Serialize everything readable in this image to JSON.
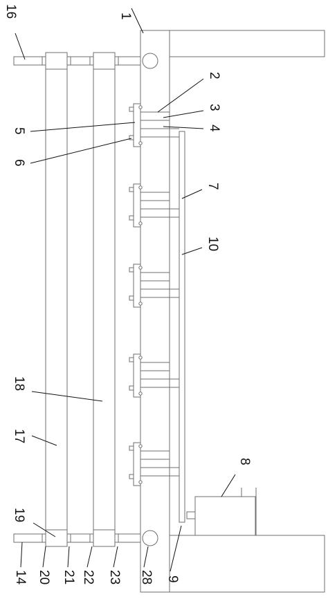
{
  "labels": {
    "l1": "1",
    "l2": "2",
    "l3": "3",
    "l4": "4",
    "l5": "5",
    "l6": "6",
    "l7": "7",
    "l8": "8",
    "l9": "9",
    "l10": "10",
    "l14": "14",
    "l16": "16",
    "l17": "17",
    "l18": "18",
    "l19": "19",
    "l20": "20",
    "l21": "21",
    "l22": "22",
    "l23": "23",
    "l28": "28"
  },
  "colors": {
    "line": "#6e6e6e",
    "leader": "#111111",
    "background": "#ffffff"
  }
}
